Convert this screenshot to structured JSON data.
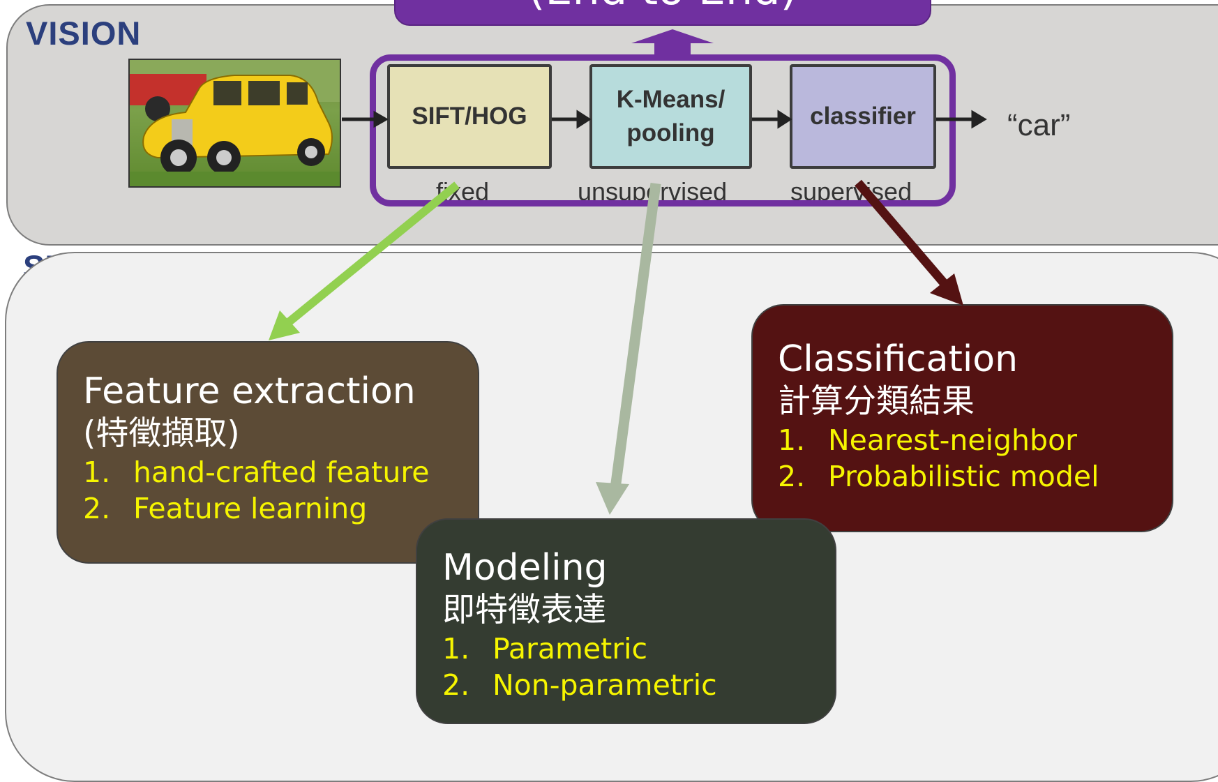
{
  "banner": {
    "text": "(End to End)"
  },
  "vision": {
    "label": "VISION"
  },
  "pipeline": {
    "blocks": [
      {
        "label_line1": "SIFT/HOG",
        "label_line2": "",
        "under": "fixed"
      },
      {
        "label_line1": "K-Means/",
        "label_line2": "pooling",
        "under": "unsupervised"
      },
      {
        "label_line1": "classifier",
        "label_line2": "",
        "under": "supervised"
      }
    ],
    "output": "“car”"
  },
  "cards": {
    "feature": {
      "title": "Feature extraction",
      "subtitle": "(特徵擷取)",
      "items": [
        {
          "num": "1.",
          "text": "hand-crafted feature"
        },
        {
          "num": "2.",
          "text": "Feature learning"
        }
      ]
    },
    "modeling": {
      "title": "Modeling",
      "subtitle": "即特徵表達",
      "items": [
        {
          "num": "1.",
          "text": "Parametric"
        },
        {
          "num": "2.",
          "text": "Non-parametric"
        }
      ]
    },
    "classification": {
      "title": "Classification",
      "subtitle": "計算分類結果",
      "items": [
        {
          "num": "1.",
          "text": "Nearest-neighbor"
        },
        {
          "num": "2.",
          "text": "Probabilistic model"
        }
      ]
    }
  },
  "colors": {
    "purple": "#7030a0",
    "feature_arrow": "#92d050",
    "modeling_arrow": "#a9b8a0",
    "classification_arrow": "#541212",
    "item_text": "#f6f500"
  }
}
